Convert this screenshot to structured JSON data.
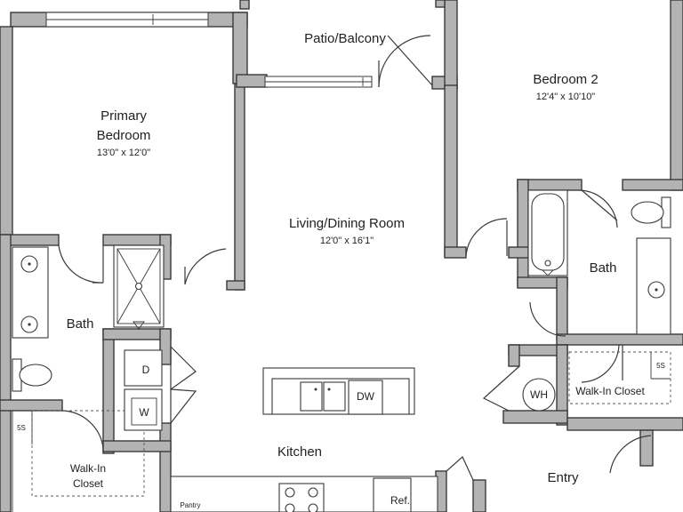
{
  "rooms": {
    "patio": "Patio/Balcony",
    "bedroom2_name": "Bedroom 2",
    "bedroom2_dim": "12'4\" x 10'10\"",
    "primary_line1": "Primary",
    "primary_line2": "Bedroom",
    "primary_dim": "13'0\" x 12'0\"",
    "living_name": "Living/Dining Room",
    "living_dim": "12'0\" x 16'1\"",
    "bath_right": "Bath",
    "bath_left": "Bath",
    "kitchen": "Kitchen",
    "entry": "Entry",
    "walkin_right": "Walk-In Closet",
    "walkin_left_line1": "Walk-In",
    "walkin_left_line2": "Closet",
    "pantry": "Pantry"
  },
  "fixtures": {
    "dryer": "D",
    "washer": "W",
    "dishwasher": "DW",
    "water_heater": "WH",
    "refrigerator": "Ref.",
    "shelf_left": "5S",
    "shelf_right": "5S"
  },
  "icons": {
    "sink": "sink-icon",
    "toilet": "toilet-icon",
    "bathtub": "bathtub-icon",
    "shower": "shower-icon",
    "range": "range-icon"
  }
}
